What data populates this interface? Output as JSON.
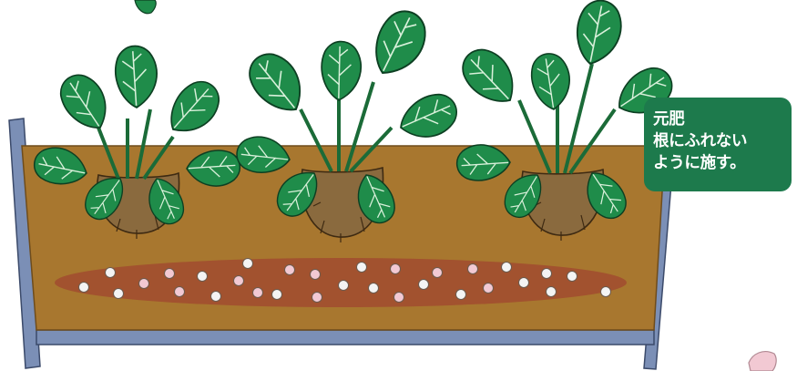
{
  "callout": {
    "title": "元肥",
    "lines": [
      "根にふれない",
      "ように施す。"
    ],
    "background": "#1d7a4c",
    "text_color": "#ffffff"
  },
  "colors": {
    "soil": "#a8772f",
    "fertilizer_band": "#a2522f",
    "planter_frame": "#7b8fb6",
    "leaf": "#1f8c4a",
    "leaf_vein": "#d8f0da",
    "root_ball": "#8a6a3e",
    "pellet_white": "#f4f4f4",
    "pellet_pink": "#f2c9d3"
  },
  "illustration": {
    "plants": [
      "strawberry-plant",
      "strawberry-plant",
      "strawberry-plant"
    ],
    "fertilizer_pellets": "mixed white and pink granules"
  }
}
